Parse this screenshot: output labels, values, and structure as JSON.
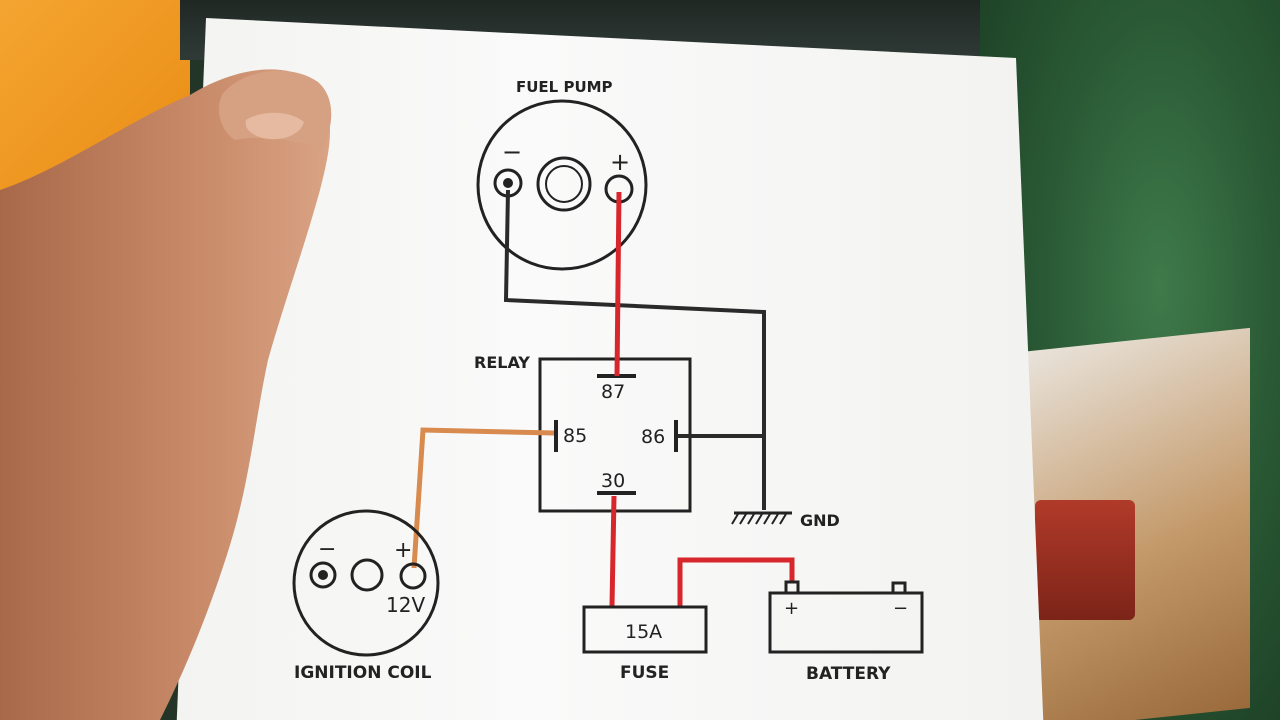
{
  "diagram": {
    "fuel_pump_label": "FUEL PUMP",
    "pump_minus": "−",
    "pump_plus": "+",
    "relay_label": "RELAY",
    "pin_87": "87",
    "pin_85": "85",
    "pin_86": "86",
    "pin_30": "30",
    "gnd_label": "GND",
    "coil_minus": "−",
    "coil_plus": "+",
    "coil_voltage": "12V",
    "ignition_coil_label": "IGNITION COIL",
    "fuse_rating": "15A",
    "fuse_label": "FUSE",
    "battery_plus": "+",
    "battery_minus": "−",
    "battery_label": "BATTERY"
  },
  "colors": {
    "wire_black": "#2a2a2a",
    "wire_red": "#d8262d",
    "wire_orange": "#d98a4e"
  }
}
